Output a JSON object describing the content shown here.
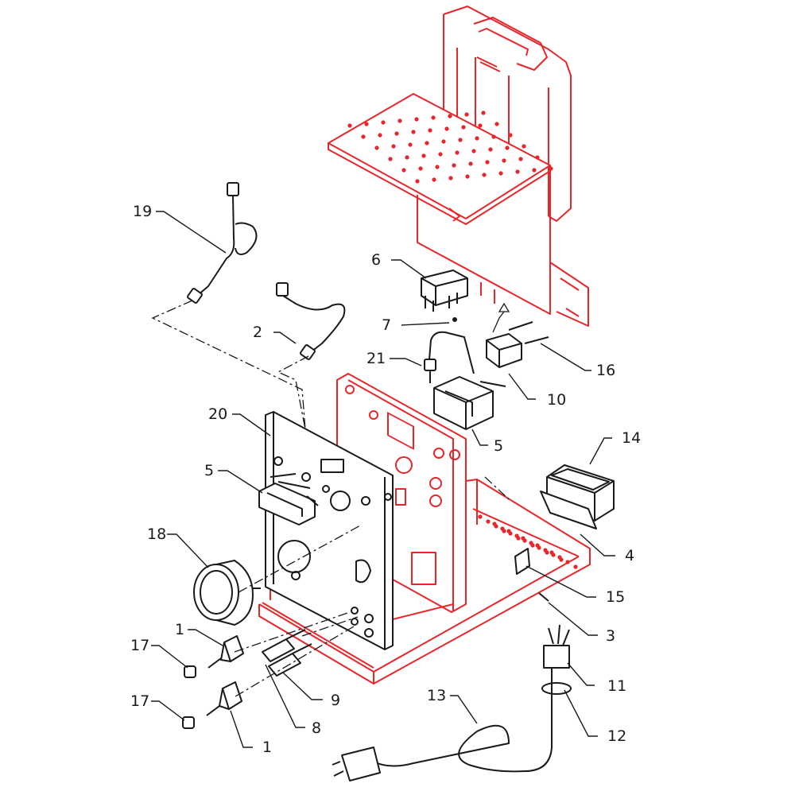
{
  "colors": {
    "frame": "#e8262a",
    "component": "#1a1a1a",
    "background": "#ffffff"
  },
  "callouts": [
    {
      "id": "c19",
      "text": "19"
    },
    {
      "id": "c2",
      "text": "2"
    },
    {
      "id": "c6",
      "text": "6"
    },
    {
      "id": "c7",
      "text": "7"
    },
    {
      "id": "c21",
      "text": "21"
    },
    {
      "id": "c16",
      "text": "16"
    },
    {
      "id": "c10",
      "text": "10"
    },
    {
      "id": "c5a",
      "text": "5"
    },
    {
      "id": "c20",
      "text": "20"
    },
    {
      "id": "c5b",
      "text": "5"
    },
    {
      "id": "c14",
      "text": "14"
    },
    {
      "id": "c4",
      "text": "4"
    },
    {
      "id": "c18",
      "text": "18"
    },
    {
      "id": "c15",
      "text": "15"
    },
    {
      "id": "c3",
      "text": "3"
    },
    {
      "id": "c1a",
      "text": "1"
    },
    {
      "id": "c17a",
      "text": "17"
    },
    {
      "id": "c11",
      "text": "11"
    },
    {
      "id": "c9",
      "text": "9"
    },
    {
      "id": "c13",
      "text": "13"
    },
    {
      "id": "c17b",
      "text": "17"
    },
    {
      "id": "c8",
      "text": "8"
    },
    {
      "id": "c12",
      "text": "12"
    },
    {
      "id": "c1b",
      "text": "1"
    }
  ]
}
